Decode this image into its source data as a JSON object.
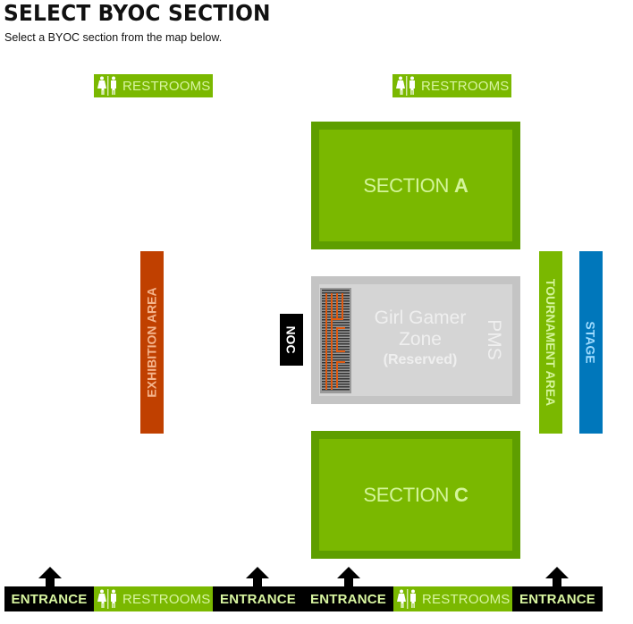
{
  "header": {
    "title": "SELECT BYOC SECTION",
    "subtitle": "Select a BYOC section from the map below."
  },
  "colors": {
    "section_green": "#7ab800",
    "section_border": "#5e9e00",
    "zone_grey": "#d5d5d5",
    "exhibition_orange": "#c04000",
    "stage_blue": "#0077bb",
    "entrance_black": "#000000",
    "label_light_green": "#d4f59a"
  },
  "map": {
    "restrooms_top_left": {
      "label": "RESTROOMS",
      "icon": "restroom-icon"
    },
    "restrooms_top_right": {
      "label": "RESTROOMS",
      "icon": "restroom-icon"
    },
    "section_a": {
      "prefix": "SECTION",
      "letter": "A"
    },
    "section_c": {
      "prefix": "SECTION",
      "letter": "C"
    },
    "girl_gamer_zone": {
      "line1": "Girl Gamer",
      "line2": "Zone",
      "status": "(Reserved)"
    },
    "pms": {
      "label": "PMS"
    },
    "noc": {
      "label": "NOC"
    },
    "exhibition": {
      "label": "EXHIBITION AREA"
    },
    "tournament": {
      "label": "TOURNAMENT AREA"
    },
    "stage": {
      "label": "STAGE"
    },
    "bottom_row": [
      {
        "type": "entrance",
        "label": "ENTRANCE",
        "icon": "arrow-up-icon"
      },
      {
        "type": "restrooms",
        "label": "RESTROOMS",
        "icon": "restroom-icon"
      },
      {
        "type": "entrance",
        "label": "ENTRANCE",
        "icon": "arrow-up-icon"
      },
      {
        "type": "entrance",
        "label": "ENTRANCE",
        "icon": "arrow-up-icon"
      },
      {
        "type": "restrooms",
        "label": "RESTROOMS",
        "icon": "restroom-icon"
      },
      {
        "type": "entrance",
        "label": "ENTRANCE",
        "icon": "arrow-up-icon"
      }
    ]
  }
}
